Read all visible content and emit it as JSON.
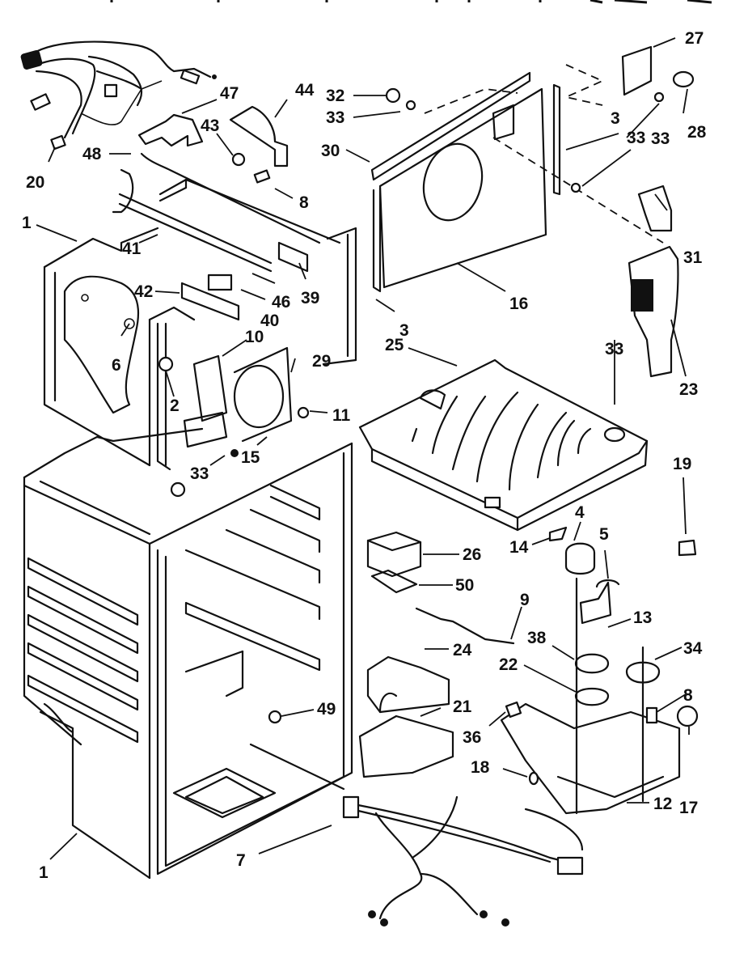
{
  "diagram": {
    "type": "exploded-parts-diagram",
    "subject": "Refrigerator liner and freezer/ice-maker components",
    "colors": {
      "ink": "#111111",
      "background": "#ffffff"
    },
    "callouts": [
      {
        "id": "c27",
        "label": "27"
      },
      {
        "id": "c28",
        "label": "28"
      },
      {
        "id": "c32",
        "label": "32"
      },
      {
        "id": "c33a",
        "label": "33"
      },
      {
        "id": "c30",
        "label": "30"
      },
      {
        "id": "c3a",
        "label": "3"
      },
      {
        "id": "c33b",
        "label": "33"
      },
      {
        "id": "c33c",
        "label": "33"
      },
      {
        "id": "c31",
        "label": "31"
      },
      {
        "id": "c16",
        "label": "16"
      },
      {
        "id": "c3b",
        "label": "3"
      },
      {
        "id": "c25",
        "label": "25"
      },
      {
        "id": "c33d",
        "label": "33"
      },
      {
        "id": "c23",
        "label": "23"
      },
      {
        "id": "c19",
        "label": "19"
      },
      {
        "id": "c47",
        "label": "47"
      },
      {
        "id": "c44",
        "label": "44"
      },
      {
        "id": "c43",
        "label": "43"
      },
      {
        "id": "c48",
        "label": "48"
      },
      {
        "id": "c8a",
        "label": "8"
      },
      {
        "id": "c20",
        "label": "20"
      },
      {
        "id": "c1a",
        "label": "1"
      },
      {
        "id": "c41",
        "label": "41"
      },
      {
        "id": "c42",
        "label": "42"
      },
      {
        "id": "c46",
        "label": "46"
      },
      {
        "id": "c39",
        "label": "39"
      },
      {
        "id": "c40",
        "label": "40"
      },
      {
        "id": "c6",
        "label": "6"
      },
      {
        "id": "c10",
        "label": "10"
      },
      {
        "id": "c29",
        "label": "29"
      },
      {
        "id": "c2",
        "label": "2"
      },
      {
        "id": "c11",
        "label": "11"
      },
      {
        "id": "c33e",
        "label": "33"
      },
      {
        "id": "c15",
        "label": "15"
      },
      {
        "id": "c4",
        "label": "4"
      },
      {
        "id": "c14",
        "label": "14"
      },
      {
        "id": "c5",
        "label": "5"
      },
      {
        "id": "c26",
        "label": "26"
      },
      {
        "id": "c50",
        "label": "50"
      },
      {
        "id": "c9",
        "label": "9"
      },
      {
        "id": "c13",
        "label": "13"
      },
      {
        "id": "c38",
        "label": "38"
      },
      {
        "id": "c34",
        "label": "34"
      },
      {
        "id": "c24",
        "label": "24"
      },
      {
        "id": "c22",
        "label": "22"
      },
      {
        "id": "c8b",
        "label": "8"
      },
      {
        "id": "c21",
        "label": "21"
      },
      {
        "id": "c36",
        "label": "36"
      },
      {
        "id": "c17",
        "label": "17"
      },
      {
        "id": "c49",
        "label": "49"
      },
      {
        "id": "c18",
        "label": "18"
      },
      {
        "id": "c12",
        "label": "12"
      },
      {
        "id": "c1b",
        "label": "1"
      },
      {
        "id": "c7",
        "label": "7"
      }
    ]
  }
}
